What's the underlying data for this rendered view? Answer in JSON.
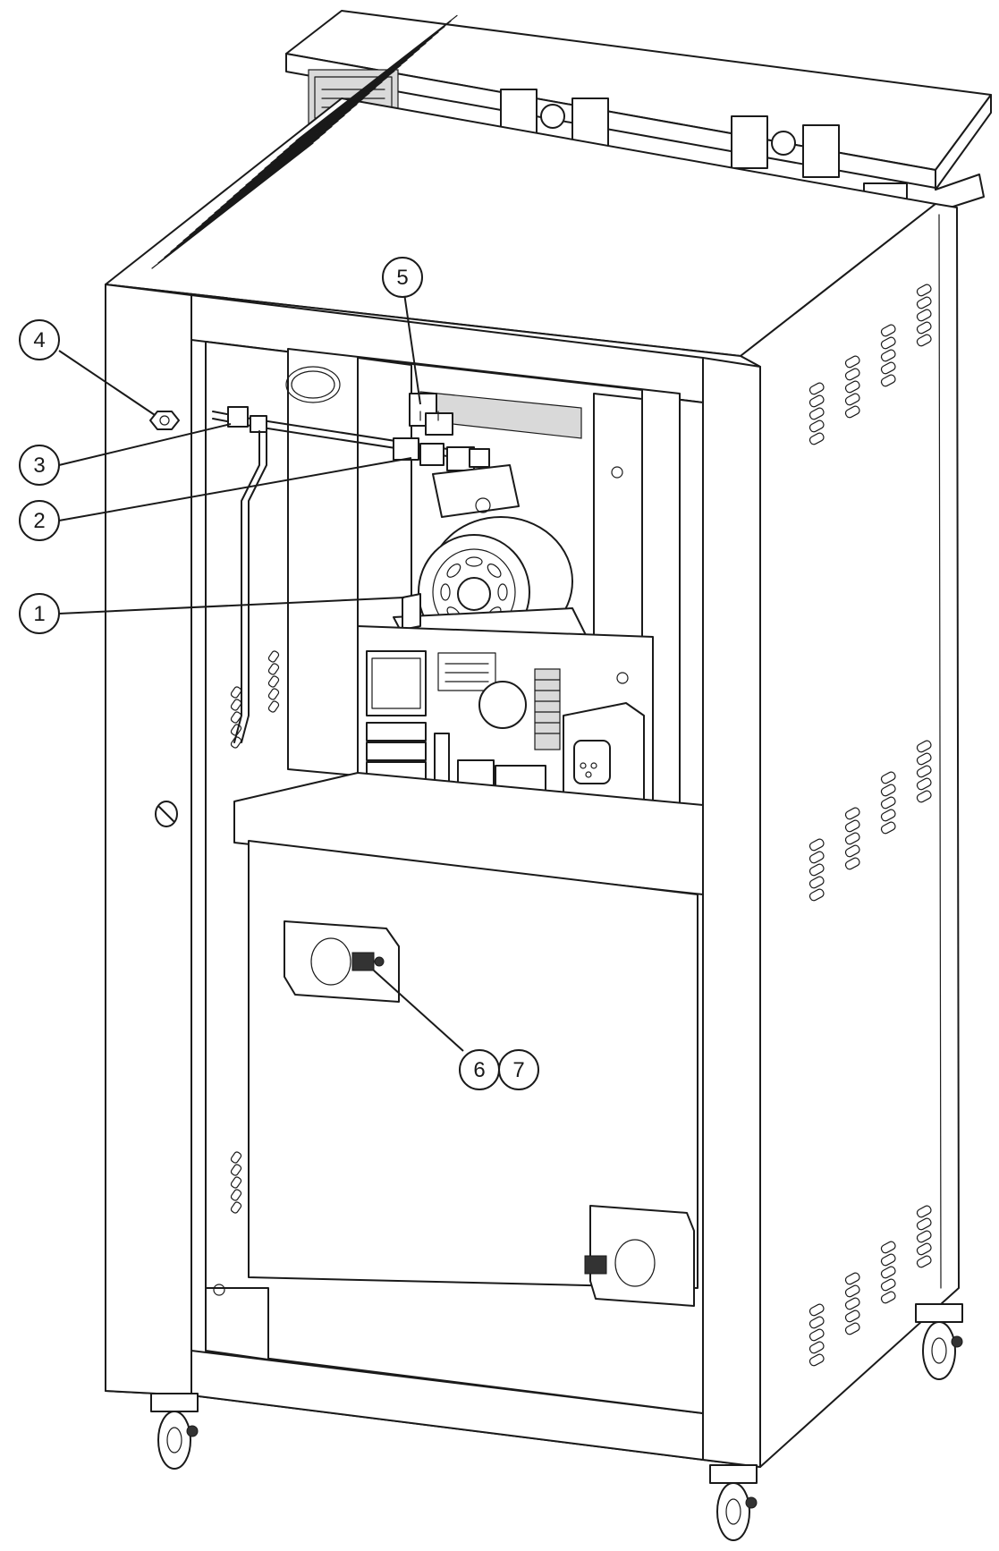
{
  "callouts": [
    {
      "label": "1"
    },
    {
      "label": "2"
    },
    {
      "label": "3"
    },
    {
      "label": "4"
    },
    {
      "label": "5"
    },
    {
      "label": "6"
    },
    {
      "label": "7"
    }
  ],
  "colors": {
    "line": "#1a1a1a",
    "background": "#ffffff",
    "shade": "#d9d9d9"
  }
}
